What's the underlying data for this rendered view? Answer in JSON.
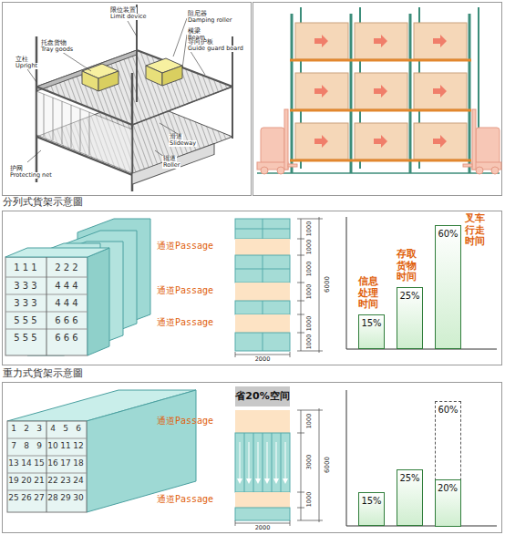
{
  "diagram": {
    "nodes": [
      {
        "text": [
          "信息处理时间",
          "15%"
        ]
      },
      {
        "text": [
          "存取货物时间",
          "25%"
        ]
      },
      {
        "text": [
          "叉车行走时间",
          "60%"
        ]
      },
      {
        "text": [
          "15%"
        ]
      },
      {
        "text": [
          "25%"
        ]
      },
      {
        "text": [
          "60%"
        ]
      },
      {
        "text": [
          "20%"
        ],
        "in": 5
      }
    ],
    "labels": [
      "限位装置",
      "Limit device",
      "阻尼器",
      "Damping roller",
      "横梁",
      "Beam",
      "导向护板",
      "Guide guard board",
      "托盘货物",
      "Tray goods",
      "立柱",
      "Upright",
      "滑道",
      "Slideway",
      "护网",
      "Protecting net",
      "辊道",
      "Roller",
      "分列式貨架示意圖",
      "1 1 1",
      "2 2 2",
      "3 3 3",
      "4 4 4",
      "3 3 3",
      "4 4 4",
      "5 5 5",
      "6 6 6",
      "5 5 5",
      "6 6 6",
      "通道Passage",
      "通道Passage",
      "通道Passage",
      "1000",
      "1000",
      "1000",
      "1000",
      "1000",
      "1000",
      "6000",
      "2000",
      "重力式貨架示意圖",
      "1",
      "2",
      "3",
      "4",
      "5",
      "6",
      "7",
      "8",
      "9",
      "10",
      "11",
      "12",
      "13",
      "14",
      "15",
      "16",
      "17",
      "18",
      "19",
      "20",
      "21",
      "22",
      "23",
      "24",
      "25",
      "26",
      "27",
      "28",
      "29",
      "30",
      "通道Passage",
      "通道Passage",
      "省20%空间",
      "1000",
      "3000",
      "1000",
      "6000",
      "2000"
    ]
  }
}
